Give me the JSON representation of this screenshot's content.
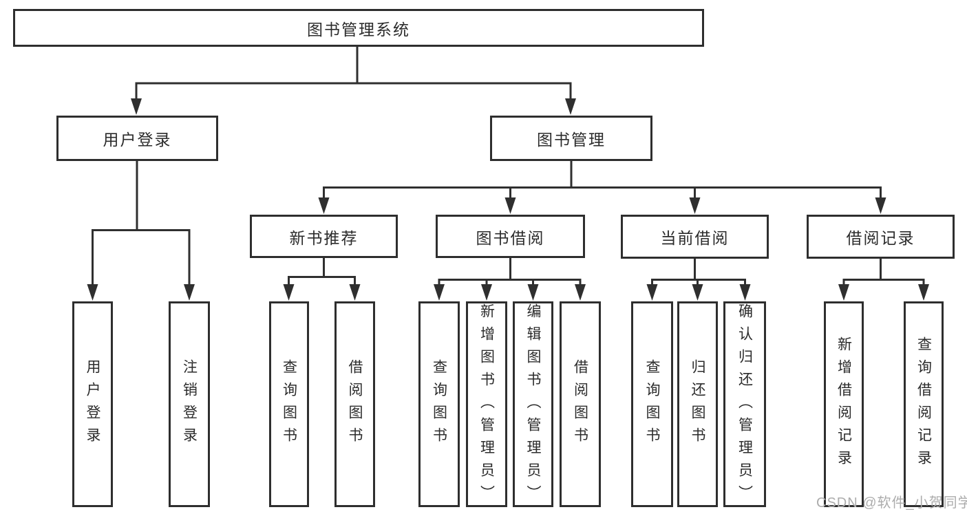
{
  "diagram": {
    "title": "图书管理系统",
    "type": "hierarchy-tree",
    "colors": {
      "line": "#2f2f2f",
      "box_border": "#2e2e2e",
      "text": "#2b2b2b",
      "background": "#ffffff",
      "watermark": "#acacac"
    }
  },
  "nodes": {
    "root": "图书管理系统",
    "l2_user_login": "用户登录",
    "l2_book_mgmt": "图书管理",
    "l3_new_books": "新书推荐",
    "l3_book_borrow": "图书借阅",
    "l3_current_borrow": "当前借阅",
    "l3_borrow_records": "借阅记录",
    "leaf_user_login": "用户登录",
    "leaf_logout": "注销登录",
    "leaf_nb_query": "查询图书",
    "leaf_nb_borrow": "借阅图书",
    "leaf_bb_query": "查询图书",
    "leaf_bb_add": "新增图书（管理员）",
    "leaf_bb_edit": "编辑图书（管理员）",
    "leaf_bb_borrow": "借阅图书",
    "leaf_cb_query": "查询图书",
    "leaf_cb_return": "归还图书",
    "leaf_cb_confirm": "确认归还（管理员）",
    "leaf_br_add": "新增借阅记录",
    "leaf_br_query": "查询借阅记录"
  },
  "structure": {
    "root": "图书管理系统",
    "children": [
      {
        "label": "用户登录",
        "children": [
          "用户登录",
          "注销登录"
        ]
      },
      {
        "label": "图书管理",
        "children": [
          {
            "label": "新书推荐",
            "children": [
              "查询图书",
              "借阅图书"
            ]
          },
          {
            "label": "图书借阅",
            "children": [
              "查询图书",
              "新增图书（管理员）",
              "编辑图书（管理员）",
              "借阅图书"
            ]
          },
          {
            "label": "当前借阅",
            "children": [
              "查询图书",
              "归还图书",
              "确认归还（管理员）"
            ]
          },
          {
            "label": "借阅记录",
            "children": [
              "新增借阅记录",
              "查询借阅记录"
            ]
          }
        ]
      }
    ]
  },
  "watermark": "CSDN @软件_小贺同学"
}
